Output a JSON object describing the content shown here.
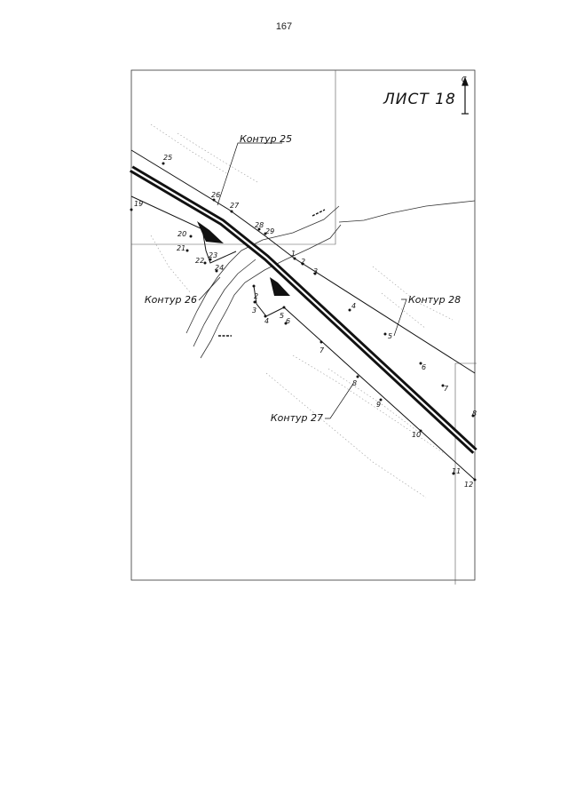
{
  "page_number": "167",
  "sheet": {
    "title": "ЛИСТ 18",
    "north_symbol": "С"
  },
  "contours": [
    {
      "id": "c25",
      "label": "Контур 25"
    },
    {
      "id": "c26",
      "label": "Контур 26"
    },
    {
      "id": "c27",
      "label": "Контур 27"
    },
    {
      "id": "c28",
      "label": "Контур 28"
    }
  ],
  "points": [
    {
      "id": "p25",
      "label": "25"
    },
    {
      "id": "p26",
      "label": "26"
    },
    {
      "id": "p27",
      "label": "27"
    },
    {
      "id": "p28",
      "label": "28"
    },
    {
      "id": "p29",
      "label": "29"
    },
    {
      "id": "p19",
      "label": "19"
    },
    {
      "id": "p20",
      "label": "20"
    },
    {
      "id": "p21",
      "label": "21"
    },
    {
      "id": "p22",
      "label": "22"
    },
    {
      "id": "p23",
      "label": "23"
    },
    {
      "id": "p24",
      "label": "24"
    },
    {
      "id": "q1",
      "label": "1"
    },
    {
      "id": "q2",
      "label": "2"
    },
    {
      "id": "q3",
      "label": "3"
    },
    {
      "id": "r2",
      "label": "2"
    },
    {
      "id": "r3",
      "label": "3"
    },
    {
      "id": "r4",
      "label": "4"
    },
    {
      "id": "r5",
      "label": "5"
    },
    {
      "id": "r6",
      "label": "6"
    },
    {
      "id": "q4",
      "label": "4"
    },
    {
      "id": "q5",
      "label": "5"
    },
    {
      "id": "q6",
      "label": "6"
    },
    {
      "id": "q7",
      "label": "7"
    },
    {
      "id": "q8",
      "label": "8"
    },
    {
      "id": "r7",
      "label": "7"
    },
    {
      "id": "r8",
      "label": "8"
    },
    {
      "id": "r9",
      "label": "9"
    },
    {
      "id": "r10",
      "label": "10"
    },
    {
      "id": "r11",
      "label": "11"
    },
    {
      "id": "r12",
      "label": "12"
    }
  ]
}
